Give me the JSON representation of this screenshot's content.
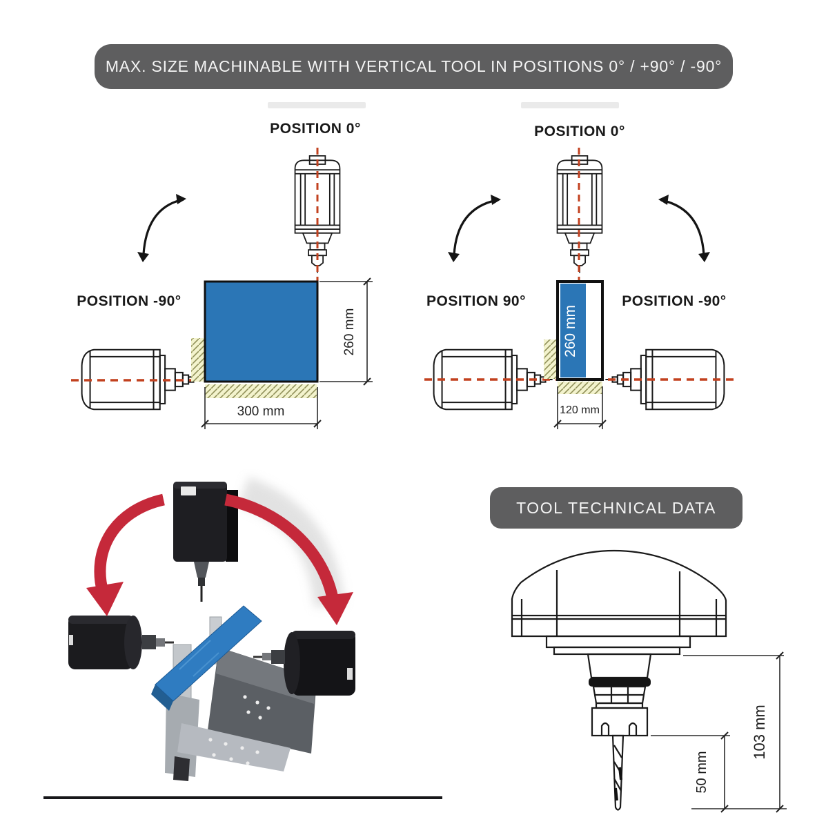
{
  "header": {
    "title": "MAX. SIZE MACHINABLE WITH VERTICAL TOOL IN POSITIONS 0° /  +90° /  -90°"
  },
  "diagram_left": {
    "position_top": "POSITION 0°",
    "position_side": "POSITION -90°",
    "height_dim": "260 mm",
    "width_dim": "300 mm"
  },
  "diagram_right": {
    "position_top": "POSITION 0°",
    "position_left": "POSITION 90°",
    "position_right": "POSITION -90°",
    "height_dim": "260 mm",
    "width_dim": "120 mm"
  },
  "tool_panel": {
    "title": "TOOL TECHNICAL DATA",
    "overall_length_dim": "103 mm",
    "tool_protrusion_dim": "50 mm"
  },
  "colors": {
    "banner_bg": "#5e5e5f",
    "banner_text": "#f4f4f4",
    "workpiece_blue": "#2b76b6",
    "axis_red": "#c2411f",
    "arrow_red": "#c5293a",
    "hatch_fill": "#f3f3cd",
    "hatch_line": "#8f8f58",
    "ink": "#1a1a1a"
  }
}
